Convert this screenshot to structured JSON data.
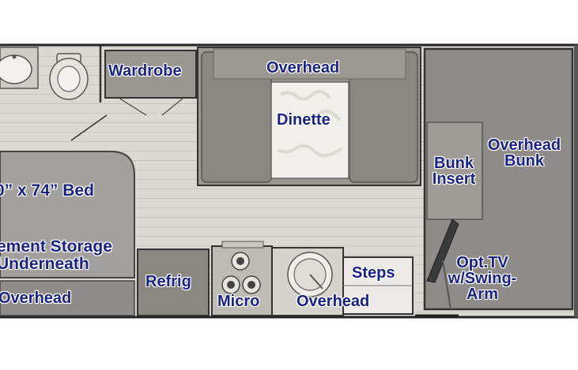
{
  "floorplan": {
    "labels": {
      "wardrobe": "Wardrobe",
      "overhead_top": "Overhead",
      "dinette": "Dinette",
      "overhead_bunk_1": "Overhead",
      "overhead_bunk_2": "Bunk",
      "bunk_insert_1": "Bunk",
      "bunk_insert_2": "Insert",
      "bed": "0” x 74” Bed",
      "storage_1": "ement Storage",
      "storage_2": "Underneath",
      "overhead_left": "Overhead",
      "refrig": "Refrig",
      "micro": "Micro",
      "overhead_kitchen": "Overhead",
      "steps": "Steps",
      "tv_1": "Opt.TV",
      "tv_2": "w/Swing-",
      "tv_3": "Arm"
    },
    "colors": {
      "label": "#1a2480",
      "floor": "#d9d6d2",
      "cabinet": "#8d8a86",
      "bed": "#a19f9c",
      "outline": "#2b2b2b"
    },
    "icons": [
      "sink-icon",
      "toilet-icon",
      "stove-icon",
      "tv-icon"
    ]
  }
}
